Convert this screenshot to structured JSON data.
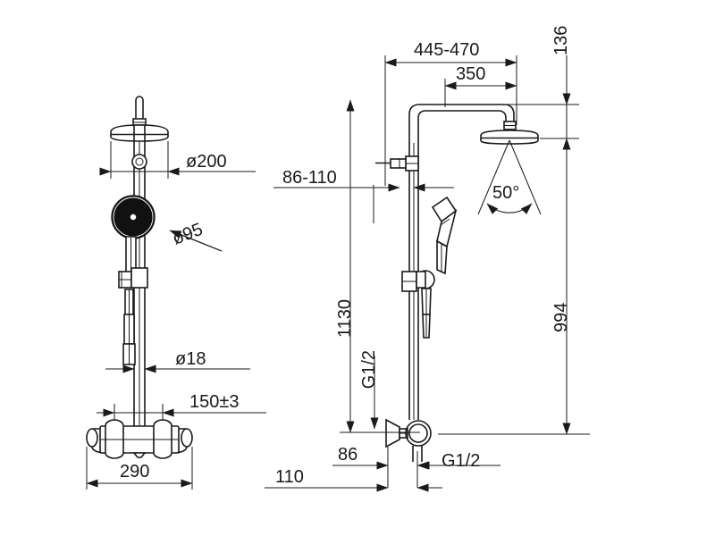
{
  "document": {
    "type": "technical-drawing",
    "title": "Shower column dimensional drawing",
    "units": "mm",
    "background_color": "#ffffff",
    "line_color": "#1a1a1a",
    "views": [
      "side-view-left",
      "front-view-right"
    ]
  },
  "dimensions": {
    "head_shower_diameter": "ø200",
    "hand_shower_diameter": "ø95",
    "riser_pipe_diameter": "ø18",
    "handle_spacing": "150±3",
    "mixer_body_width": "290",
    "arm_reach_range": "445-470",
    "arm_reach_fixed": "350",
    "head_height_offset": "136",
    "spray_angle": "50°",
    "wall_inlet_range": "86-110",
    "rail_height": "1130",
    "overall_height": "994",
    "inlet_thread_top": "G1/2",
    "inlet_thread_bottom": "G1/2",
    "base_depth_86": "86",
    "base_depth_110": "110"
  },
  "labels": [
    {
      "id": "d200",
      "text": "ø200",
      "view": "left",
      "kind": "diameter"
    },
    {
      "id": "d95",
      "text": "ø95",
      "view": "left",
      "kind": "diameter-leader"
    },
    {
      "id": "d18",
      "text": "ø18",
      "view": "left",
      "kind": "diameter"
    },
    {
      "id": "d150",
      "text": "150±3",
      "view": "left",
      "kind": "linear"
    },
    {
      "id": "d290",
      "text": "290",
      "view": "left",
      "kind": "linear"
    },
    {
      "id": "d445470",
      "text": "445-470",
      "view": "right",
      "kind": "linear-range"
    },
    {
      "id": "d350",
      "text": "350",
      "view": "right",
      "kind": "linear"
    },
    {
      "id": "d136",
      "text": "136",
      "view": "right",
      "kind": "linear-vertical"
    },
    {
      "id": "a50",
      "text": "50°",
      "view": "right",
      "kind": "angular"
    },
    {
      "id": "d86110",
      "text": "86-110",
      "view": "right",
      "kind": "linear-range"
    },
    {
      "id": "d1130",
      "text": "1130",
      "view": "right",
      "kind": "linear-vertical"
    },
    {
      "id": "d994",
      "text": "994",
      "view": "right",
      "kind": "linear-vertical"
    },
    {
      "id": "g12top",
      "text": "G1/2",
      "view": "right",
      "kind": "thread-note"
    },
    {
      "id": "g12bottom",
      "text": "G1/2",
      "view": "right",
      "kind": "thread-note"
    },
    {
      "id": "d86",
      "text": "86",
      "view": "right",
      "kind": "linear"
    },
    {
      "id": "d110",
      "text": "110",
      "view": "right",
      "kind": "linear"
    }
  ]
}
